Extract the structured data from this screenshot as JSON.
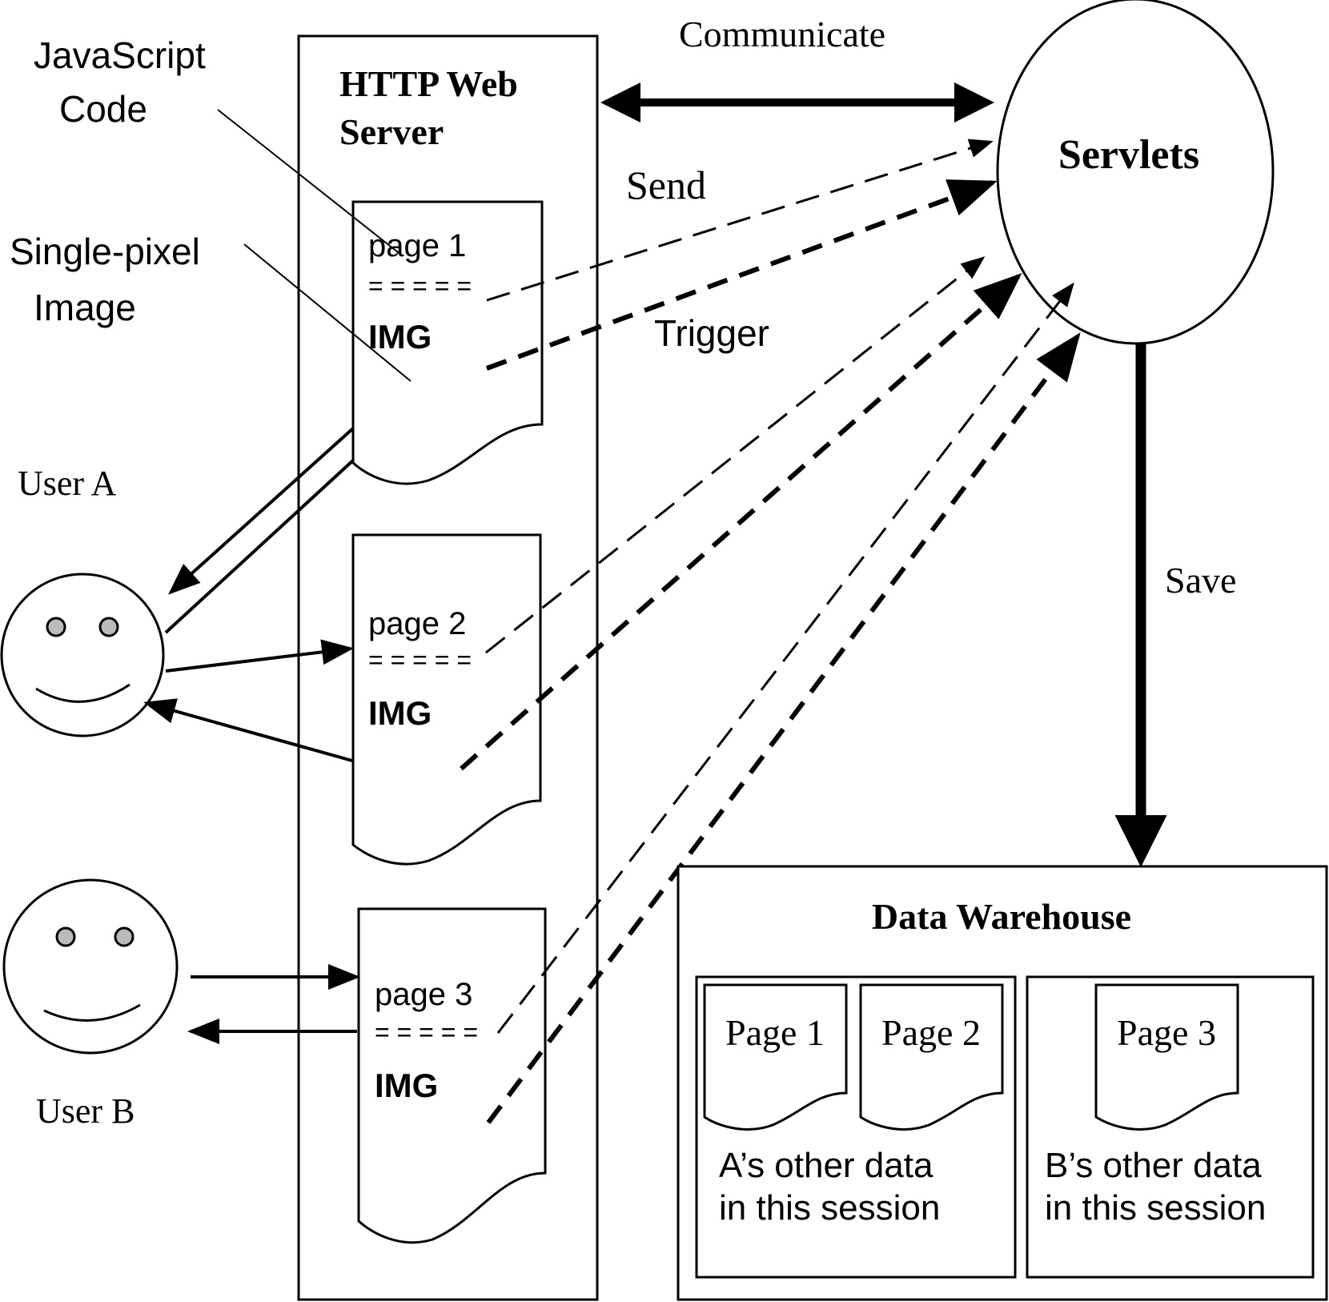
{
  "server": {
    "title_line1": "HTTP Web",
    "title_line2": "Server"
  },
  "servlets": {
    "label": "Servlets"
  },
  "callouts": {
    "js_line1": "JavaScript",
    "js_line2": "Code",
    "pixel_line1": "Single-pixel",
    "pixel_line2": "Image"
  },
  "arrows": {
    "communicate": "Communicate",
    "send": "Send",
    "trigger": "Trigger",
    "save": "Save"
  },
  "users": {
    "a": "User A",
    "b": "User B"
  },
  "pages": [
    {
      "title": "page 1",
      "code": "= = = = =",
      "img": "IMG"
    },
    {
      "title": "page 2",
      "code": "= = = = =",
      "img": "IMG"
    },
    {
      "title": "page 3",
      "code": "= = = = =",
      "img": "IMG"
    }
  ],
  "warehouse": {
    "title": "Data Warehouse",
    "session_a": {
      "pages": [
        "Page 1",
        "Page 2"
      ],
      "note_line1": "A’s other data",
      "note_line2": "in this session"
    },
    "session_b": {
      "pages": [
        "Page 3"
      ],
      "note_line1": "B’s other data",
      "note_line2": "in this session"
    }
  }
}
